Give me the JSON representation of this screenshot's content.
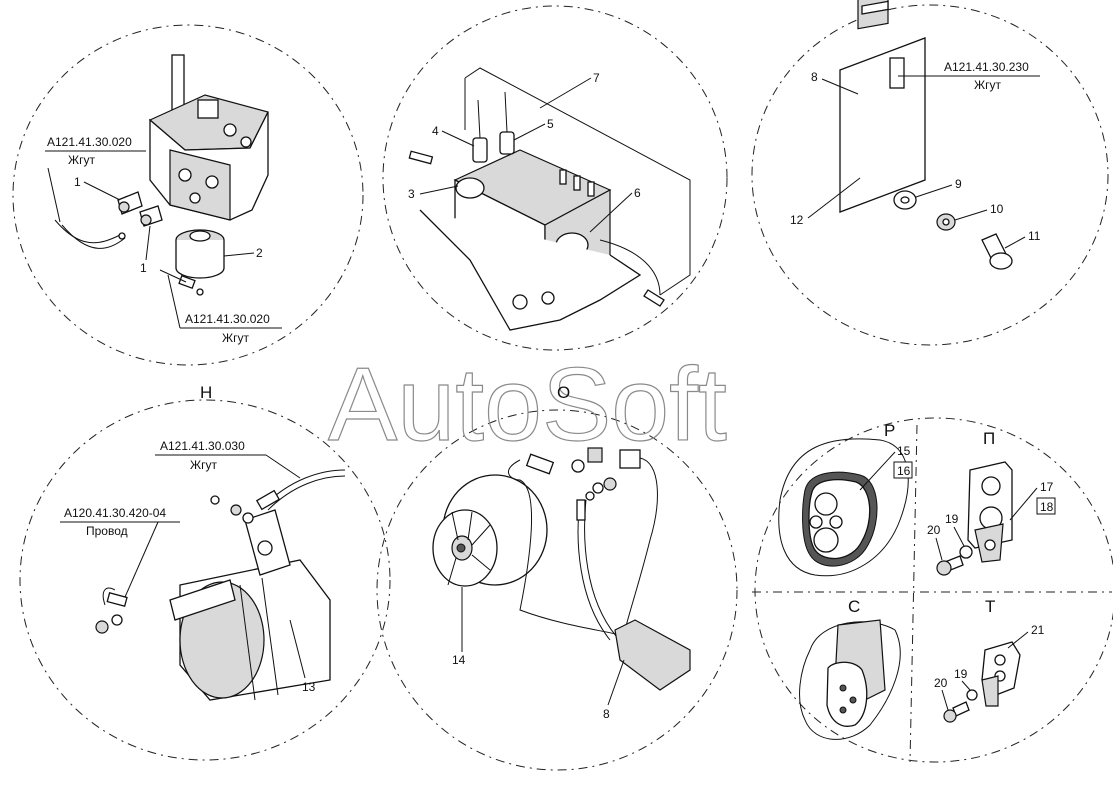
{
  "watermark": "AutoSoft",
  "views": {
    "n": "Н",
    "o": "О",
    "r": "Р",
    "p": "П",
    "s": "С",
    "t": "Т"
  },
  "codes": {
    "a121_020_top": {
      "code": "А121.41.30.020",
      "sub": "Жгут"
    },
    "a121_020_bottom": {
      "code": "А121.41.30.020",
      "sub": "Жгут"
    },
    "a121_230": {
      "code": "А121.41.30.230",
      "sub": "Жгут"
    },
    "a121_030": {
      "code": "А121.41.30.030",
      "sub": "Жгут"
    },
    "a120_420": {
      "code": "А120.41.30.420-04",
      "sub": "Провод"
    }
  },
  "callouts": {
    "p1a": "1",
    "p1b": "1",
    "p2": "2",
    "p3": "3",
    "p4": "4",
    "p5": "5",
    "p6": "6",
    "p7": "7",
    "p8a": "8",
    "p8b": "8",
    "p9": "9",
    "p10": "10",
    "p11": "11",
    "p12": "12",
    "p13": "13",
    "p14": "14",
    "p15": "15",
    "p16": "16",
    "p17": "17",
    "p18": "18",
    "p19a": "19",
    "p19b": "19",
    "p20a": "20",
    "p20b": "20",
    "p21": "21"
  }
}
